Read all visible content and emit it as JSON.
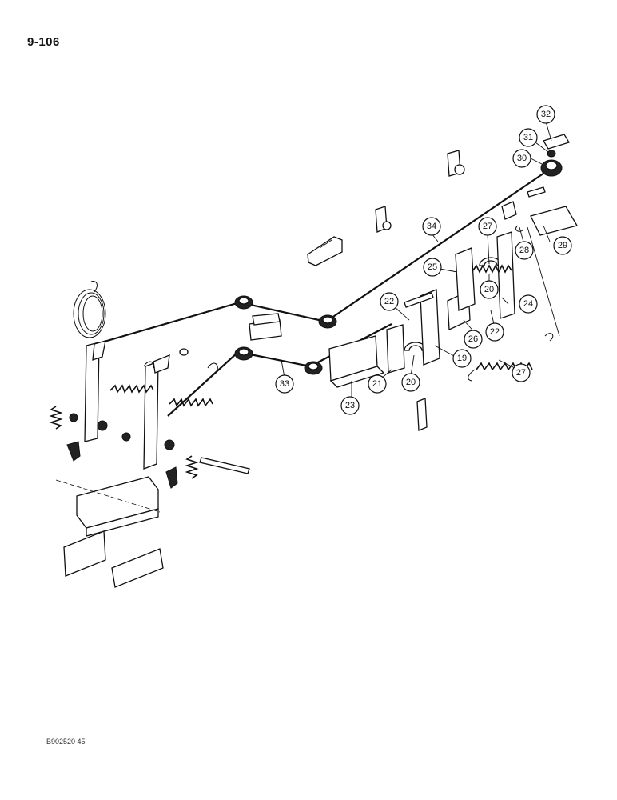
{
  "page": {
    "number": "9-106",
    "reference_code": "B902520 45"
  },
  "callouts": [
    {
      "label": "19"
    },
    {
      "label": "20"
    },
    {
      "label": "20"
    },
    {
      "label": "21"
    },
    {
      "label": "22"
    },
    {
      "label": "22"
    },
    {
      "label": "23"
    },
    {
      "label": "24"
    },
    {
      "label": "25"
    },
    {
      "label": "26"
    },
    {
      "label": "27"
    },
    {
      "label": "27"
    },
    {
      "label": "28"
    },
    {
      "label": "29"
    },
    {
      "label": "30"
    },
    {
      "label": "31"
    },
    {
      "label": "32"
    },
    {
      "label": "33"
    },
    {
      "label": "34"
    }
  ]
}
